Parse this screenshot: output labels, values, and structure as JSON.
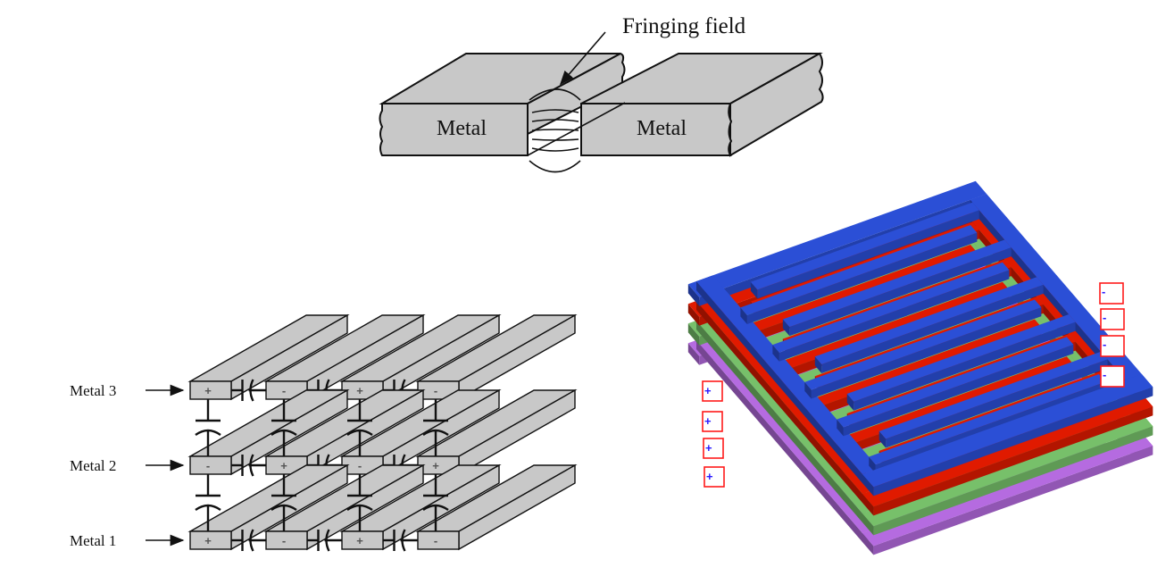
{
  "fringing_diagram": {
    "annotation": "Fringing field",
    "left_block_label": "Metal",
    "right_block_label": "Metal",
    "block_color": "#c8c8c8",
    "line_color": "#111111"
  },
  "mom_grid_diagram": {
    "layers": [
      {
        "label": "Metal 3",
        "polarities": [
          "+",
          "-",
          "+",
          "-"
        ]
      },
      {
        "label": "Metal 2",
        "polarities": [
          "-",
          "+",
          "-",
          "+"
        ]
      },
      {
        "label": "Metal 1",
        "polarities": [
          "+",
          "-",
          "+",
          "-"
        ]
      }
    ],
    "bar_color": "#c8c8c8"
  },
  "interdigitated_capacitor": {
    "layer_colors": [
      "#2b4fd6",
      "#e01a00",
      "#77c06a",
      "#b56be0"
    ],
    "left_terminals": [
      "+",
      "+",
      "+",
      "+"
    ],
    "right_terminals": [
      "-",
      "-",
      "-",
      "-"
    ],
    "terminal_box_color": "#ff1a1a",
    "terminal_text_color": "#2a1aff"
  }
}
